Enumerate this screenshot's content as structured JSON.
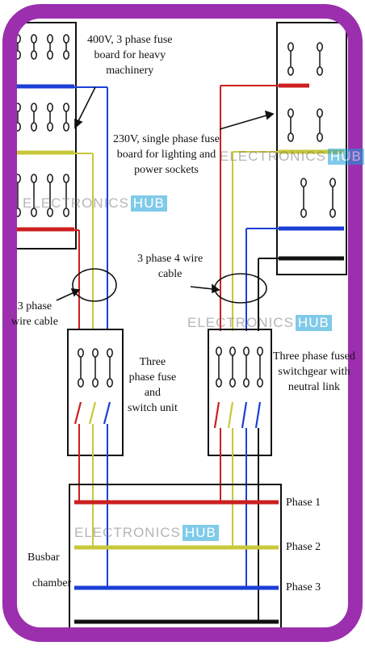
{
  "labels": {
    "fuse_400v": "400V, 3 phase fuse\nboard for heavy\nmachinery",
    "fuse_230v": "230V, single phase fuse\nboard for lighting and\npower sockets",
    "cable_3p4w": "3 phase 4 wire\ncable",
    "cable_3p": "3 phase\nwire cable",
    "three_phase_unit": "Three\nphase fuse\nand\nswitch unit",
    "switchgear": "Three phase fused\nswitchgear with\nneutral link",
    "phase1": "Phase 1",
    "phase2": "Phase 2",
    "phase3": "Phase 3",
    "busbar_1": "Busbar",
    "busbar_2": "chamber"
  },
  "watermark": {
    "text": "ELECTRONICS",
    "badge": "HUB"
  },
  "colors": {
    "frame": "#9b2fae",
    "red": "#cc1f1f",
    "yellow": "#c8c83a",
    "blue": "#1b3fd6",
    "black": "#111111"
  }
}
